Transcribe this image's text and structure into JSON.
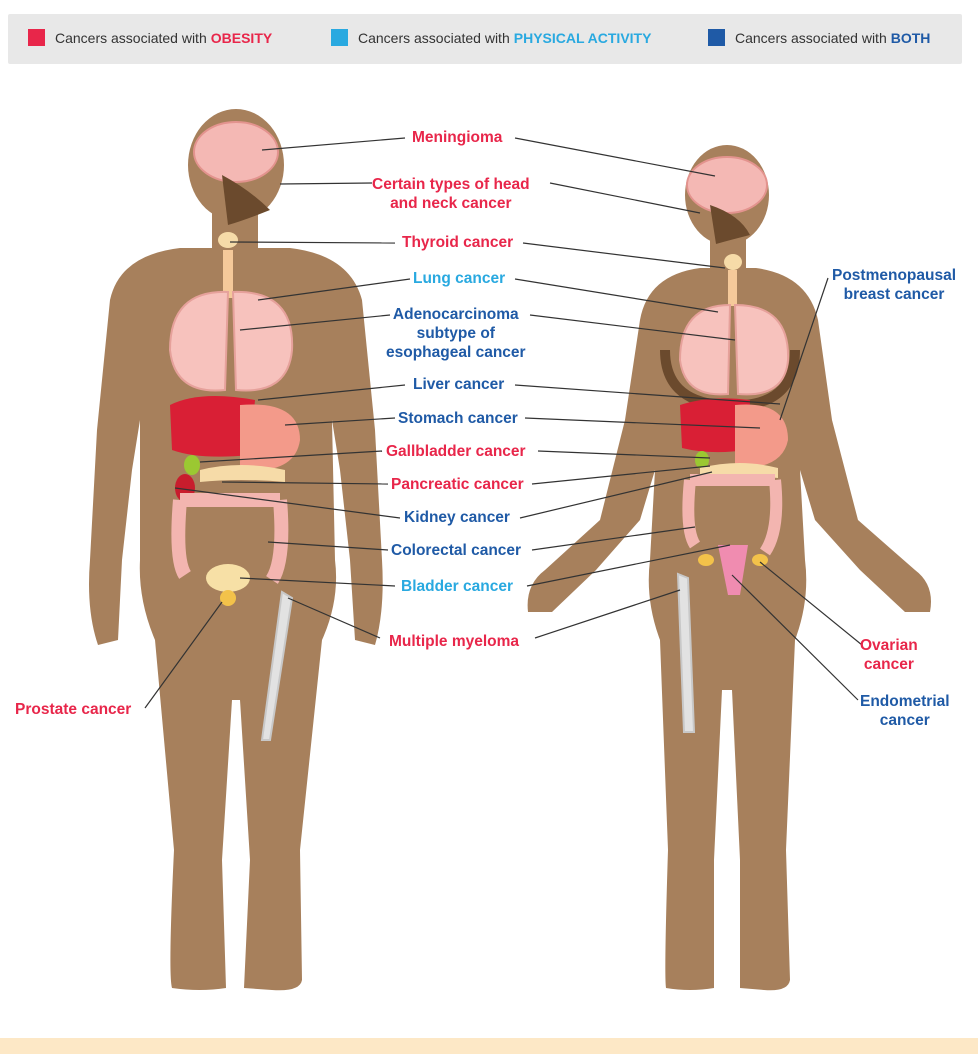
{
  "legend": {
    "obesity_prefix": "Cancers associated with",
    "obesity_keyword": "OBESITY",
    "activity_prefix": "Cancers associated with",
    "activity_keyword": "PHYSICAL ACTIVITY",
    "both_prefix": "Cancers associated with",
    "both_keyword": "BOTH"
  },
  "colors": {
    "obesity": "#e8264a",
    "physical_activity": "#29a9e0",
    "both": "#1f5aa6",
    "skin": "#a7805c",
    "legend_bg": "#e8e8e8"
  },
  "labels": {
    "meningioma": "Meningioma",
    "head_neck_1": "Certain types of head",
    "head_neck_2": "and neck cancer",
    "thyroid": "Thyroid cancer",
    "lung": "Lung cancer",
    "adeno_1": "Adenocarcinoma",
    "adeno_2": "subtype of",
    "adeno_3": "esophageal cancer",
    "liver": "Liver cancer",
    "stomach": "Stomach cancer",
    "gallbladder": "Gallbladder cancer",
    "pancreatic": "Pancreatic cancer",
    "kidney": "Kidney cancer",
    "colorectal": "Colorectal cancer",
    "bladder": "Bladder cancer",
    "myeloma": "Multiple myeloma",
    "prostate": "Prostate cancer",
    "breast_1": "Postmenopausal",
    "breast_2": "breast cancer",
    "ovarian_1": "Ovarian",
    "ovarian_2": "cancer",
    "endometrial_1": "Endometrial",
    "endometrial_2": "cancer"
  }
}
